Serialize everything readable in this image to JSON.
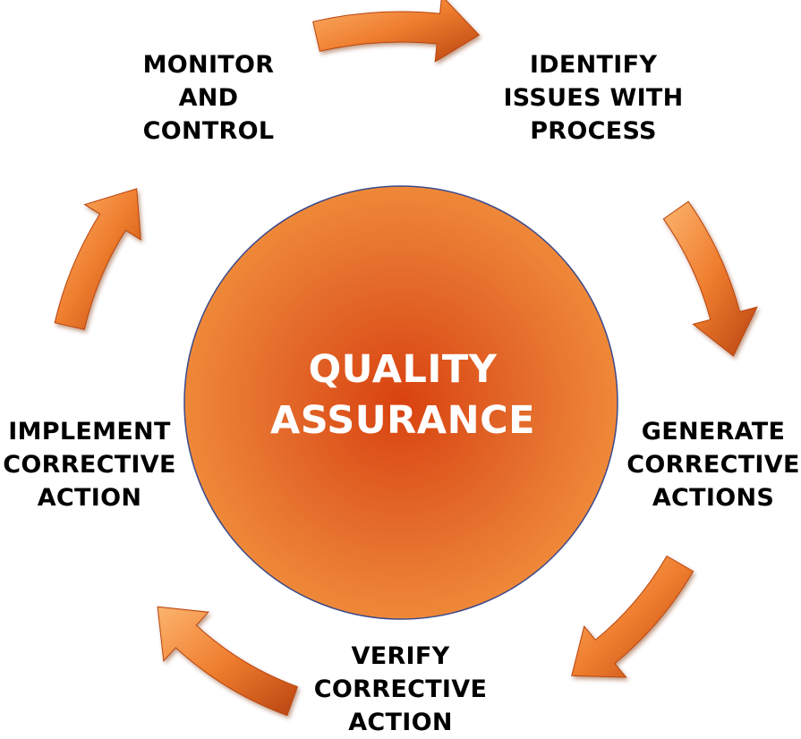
{
  "diagram": {
    "center": {
      "line1": "QUALITY",
      "line2": "ASSURANCE"
    },
    "steps": [
      {
        "id": "monitor",
        "lines": [
          "MONITOR",
          "AND",
          "CONTROL"
        ]
      },
      {
        "id": "identify",
        "lines": [
          "IDENTIFY",
          "ISSUES WITH",
          "PROCESS"
        ]
      },
      {
        "id": "generate",
        "lines": [
          "GENERATE",
          "CORRECTIVE",
          "ACTIONS"
        ]
      },
      {
        "id": "verify",
        "lines": [
          "VERIFY",
          "CORRECTIVE",
          "ACTION"
        ]
      },
      {
        "id": "implement",
        "lines": [
          "IMPLEMENT",
          "CORRECTIVE",
          "ACTION"
        ]
      }
    ],
    "colors": {
      "circle_center": "#d9420f",
      "circle_edge": "#ef8838",
      "circle_outline": "#3b4a8c",
      "arrow_light": "#fbb46e",
      "arrow_mid": "#ef7d2e",
      "arrow_dark": "#b94411",
      "label_text": "#000000",
      "center_text": "#ffffff"
    }
  }
}
